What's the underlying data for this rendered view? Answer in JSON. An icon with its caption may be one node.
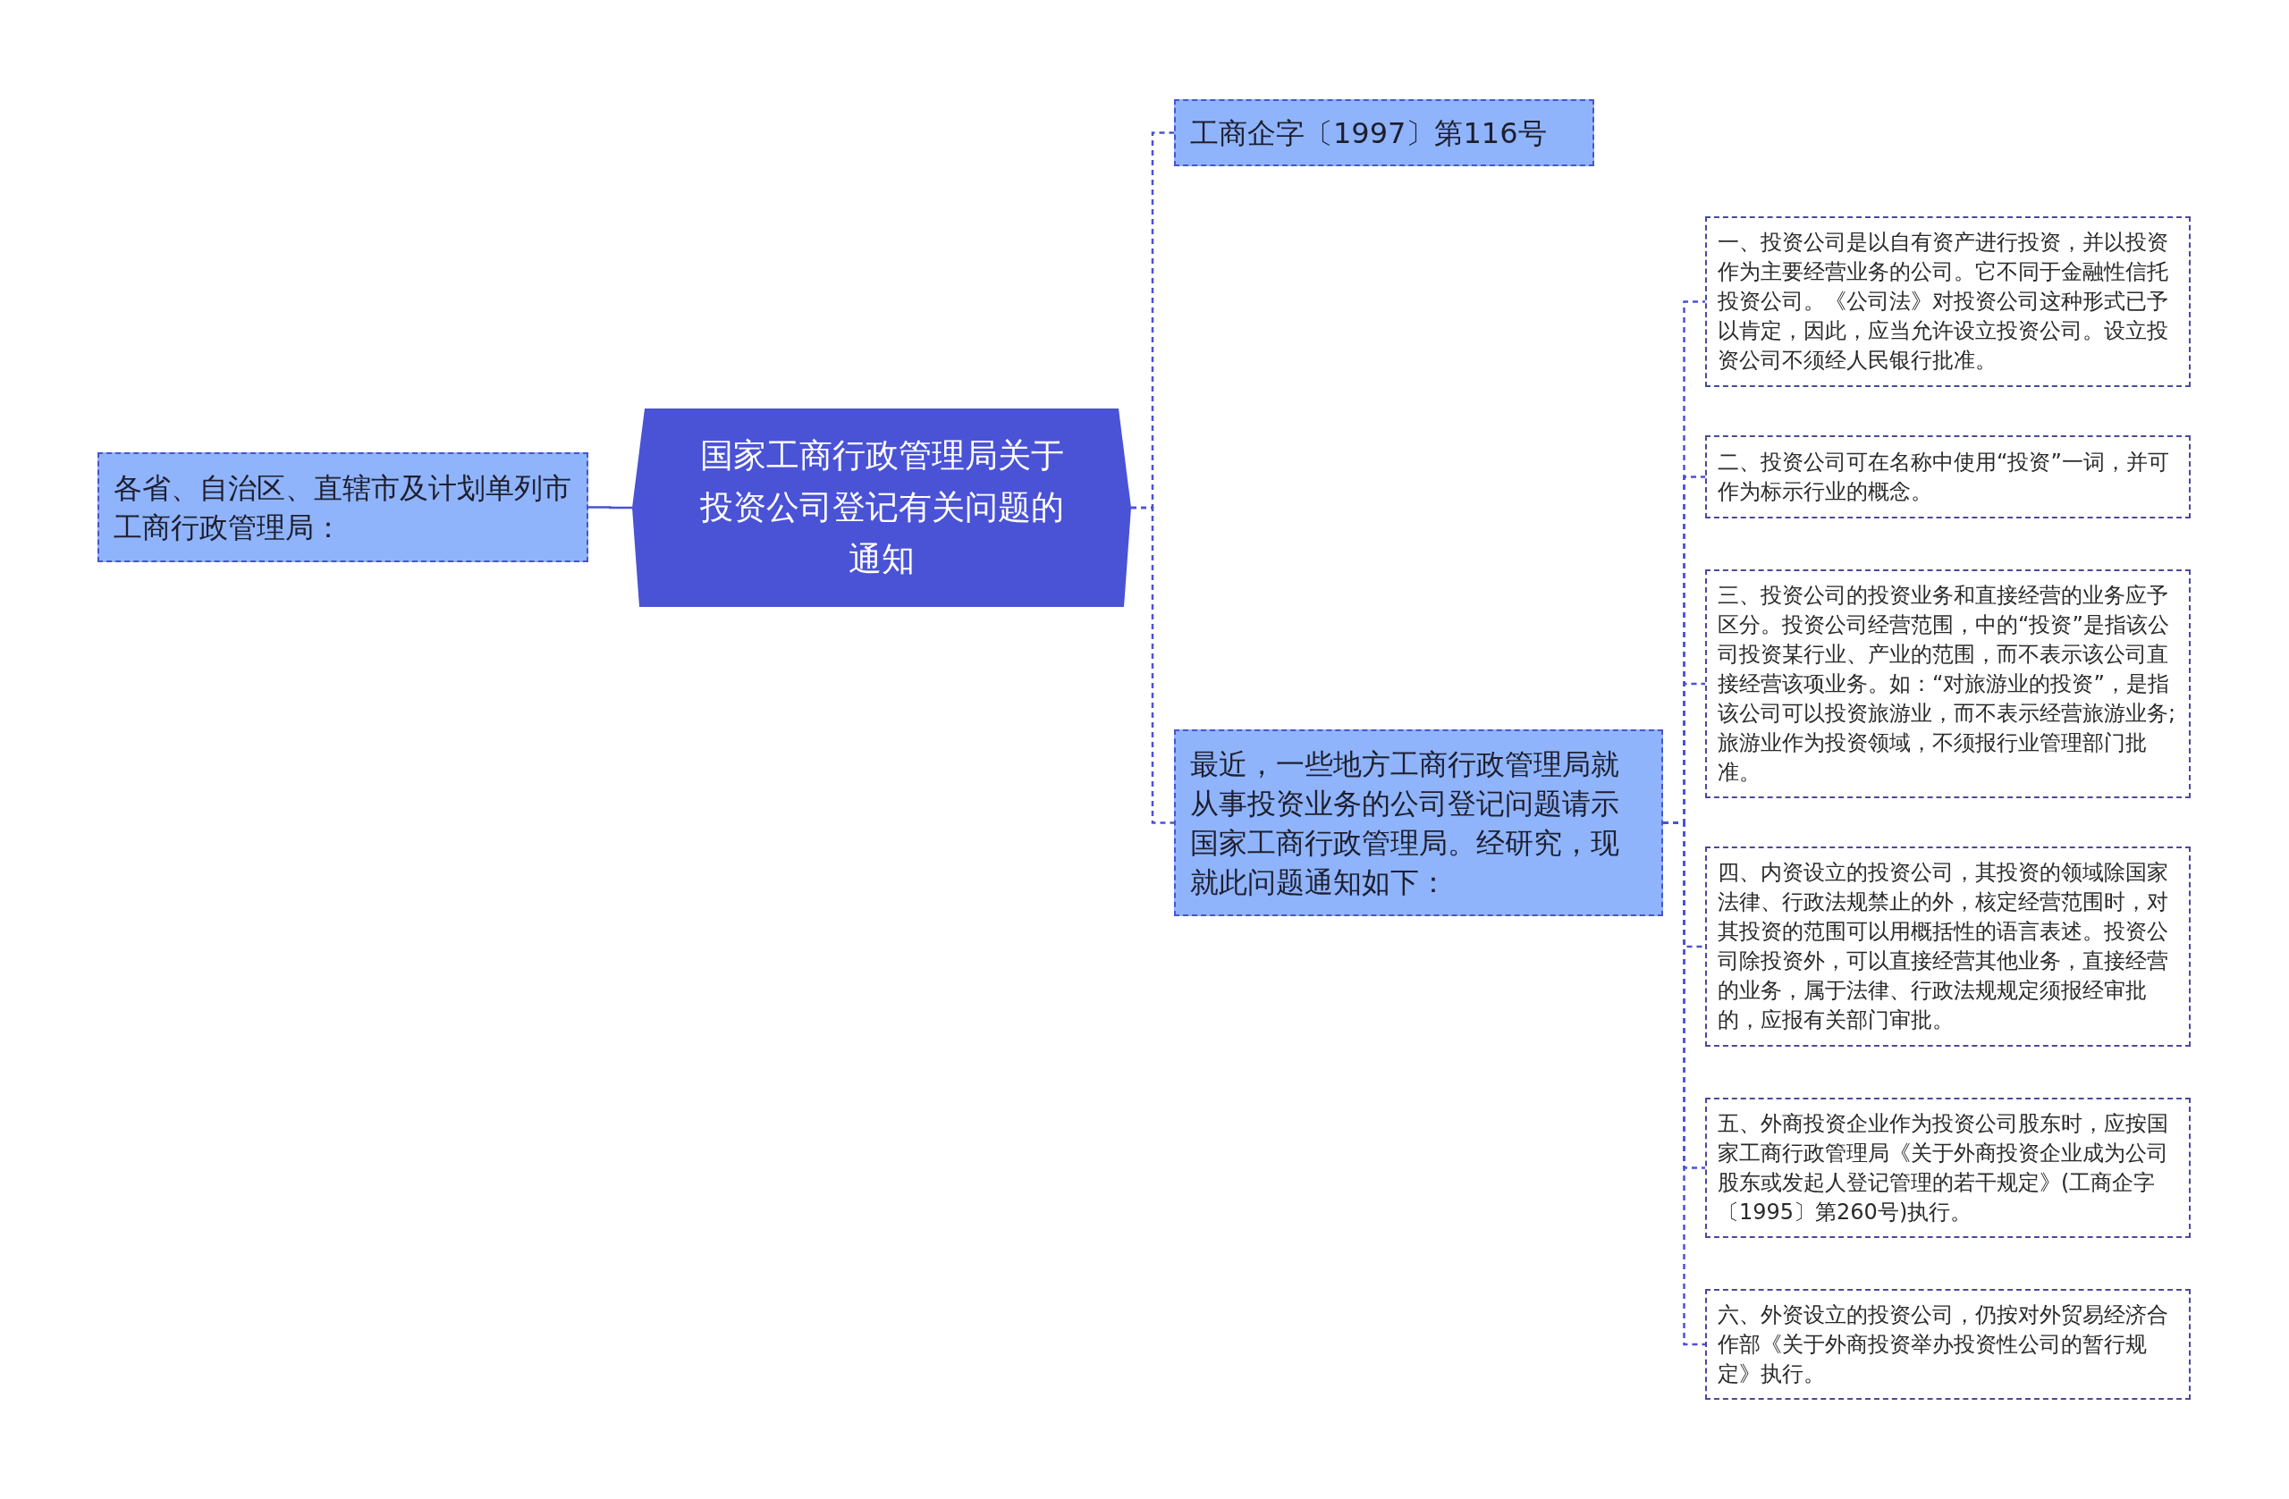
{
  "diagram": {
    "nodes": [
      {
        "text": [
          "国家工商行政管理局关于投资公司登记有关问题的通知"
        ]
      },
      {
        "text": [
          "各省、自治区、直辖市及计划单列市工商行政管理局："
        ]
      },
      {
        "text": [
          "工商企字〔1997〕第116号"
        ]
      },
      {
        "text": [
          "最近，一些地方工商行政管理局就从事投资业务的公司登记问题请示国家工商行政管理局。经研究，现就此问题通知如下："
        ]
      },
      {
        "text": [
          "一、投资公司是以自有资产进行投资，并以投资作为主要经营业务的公司。它不同于金融性信托投资公司。《公司法》对投资公司这种形式已予以肯定，因此，应当允许设立投资公司。设立投资公司不须经人民银行批准。"
        ]
      },
      {
        "text": [
          "二、投资公司可在名称中使用“投资”一词，并可作为标示行业的概念。"
        ]
      },
      {
        "text": [
          "三、投资公司的投资业务和直接经营的业务应予区分。投资公司经营范围，中的“投资”是指该公司投资某行业、产业的范围，而不表示该公司直接经营该项业务。如：“对旅游业的投资”，是指该公司可以投资旅游业，而不表示经营旅游业务;旅游业作为投资领域，不须报行业管理部门批准。"
        ]
      },
      {
        "text": [
          "四、内资设立的投资公司，其投资的领域除国家法律、行政法规禁止的外，核定经营范围时，对其投资的范围可以用概括性的语言表述。投资公司除投资外，可以直接经营其他业务，直接经营的业务，属于法律、行政法规规定须报经审批的，应报有关部门审批。"
        ]
      },
      {
        "text": [
          "五、外商投资企业作为投资公司股东时，应按国家工商行政管理局《关于外商投资企业成为公司股东或发起人登记管理的若干规定》(工商企字〔1995〕第260号)执行。"
        ]
      },
      {
        "text": [
          "六、外资设立的投资公司，仍按对外贸易经济合作部《关于外商投资举办投资性公司的暂行规定》执行。"
        ]
      }
    ],
    "edges": [
      {
        "from": 0,
        "to": 1,
        "arrow": "none"
      },
      {
        "from": 0,
        "to": 2,
        "arrow": "none",
        "style": "dashed"
      },
      {
        "from": 0,
        "to": 3,
        "arrow": "none",
        "style": "dashed"
      },
      {
        "from": 3,
        "to": 4,
        "arrow": "none",
        "style": "dashed"
      },
      {
        "from": 3,
        "to": 5,
        "arrow": "none",
        "style": "dashed"
      },
      {
        "from": 3,
        "to": 6,
        "arrow": "none",
        "style": "dashed"
      },
      {
        "from": 3,
        "to": 7,
        "arrow": "none",
        "style": "dashed"
      },
      {
        "from": 3,
        "to": 8,
        "arrow": "none",
        "style": "dashed"
      },
      {
        "from": 3,
        "to": 9,
        "arrow": "none",
        "style": "dashed"
      }
    ]
  }
}
